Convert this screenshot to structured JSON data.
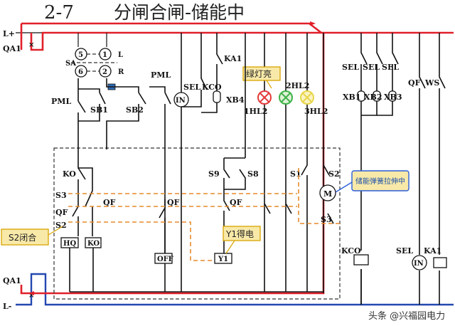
{
  "title": {
    "code": "2-7",
    "text": "分闸合闸-储能中"
  },
  "buses": {
    "plus": "L+",
    "minus": "L-"
  },
  "labels": {
    "qa1_top": "QA1",
    "qa1_bottom": "QA1",
    "sa": "SA",
    "sa_l": "L",
    "sa_r": "R",
    "sa_5": "5",
    "sa_1": "1",
    "sa_6": "6",
    "sa_2": "2",
    "pml_left": "PML",
    "pml_mid": "PML",
    "sb1": "SB1",
    "sb2": "SB2",
    "in_left": "IN",
    "sel_left": "SEL",
    "kco_top": "KCO",
    "ka1_top": "KA1",
    "xb4": "XB4",
    "hl1": "1HL2",
    "hl2": "2HL2",
    "hl3": "3HL2",
    "sel1": "SEL",
    "sel2": "SEL",
    "sel3": "SEL",
    "xb1": "XB1",
    "xb2": "XB2",
    "xb3": "XB3",
    "qf_right": "QF",
    "ws": "WS",
    "ko_top": "KO",
    "s3_left": "S3",
    "qf_left": "QF",
    "s2_left": "S2",
    "qf_coil": "QF",
    "qf_mid": "QF",
    "hq": "HQ",
    "ko_coil": "KO",
    "off": "OFF",
    "s9": "S9",
    "s8": "S8",
    "qf_y": "QF",
    "y1": "Y1",
    "s1": "S1",
    "s2_right": "S2",
    "s3_right": "S3",
    "motor": "M",
    "kco_bottom": "KCO",
    "sel_bottom": "SEL",
    "in_bottom": "IN",
    "ka1_bottom": "KA1"
  },
  "callouts": {
    "green_lamp": "绿灯亮",
    "s2_closed": "S2闭合",
    "y1_energized": "Y1得电",
    "spring_charging": "储能弹簧拉伸中"
  },
  "watermark": "头条 @兴福园电力",
  "colors": {
    "bus_red": "#e0202a",
    "bus_blue": "#2448b0",
    "lamp_red": "#e23b3b",
    "lamp_green": "#3fb24a",
    "lamp_yellow": "#e8d64a",
    "callout_fill": "#f8e9a8",
    "callout_border": "#d8a400",
    "motor_callout_border": "#2b5fd9",
    "sa_indicator": "#2c6bb3"
  }
}
